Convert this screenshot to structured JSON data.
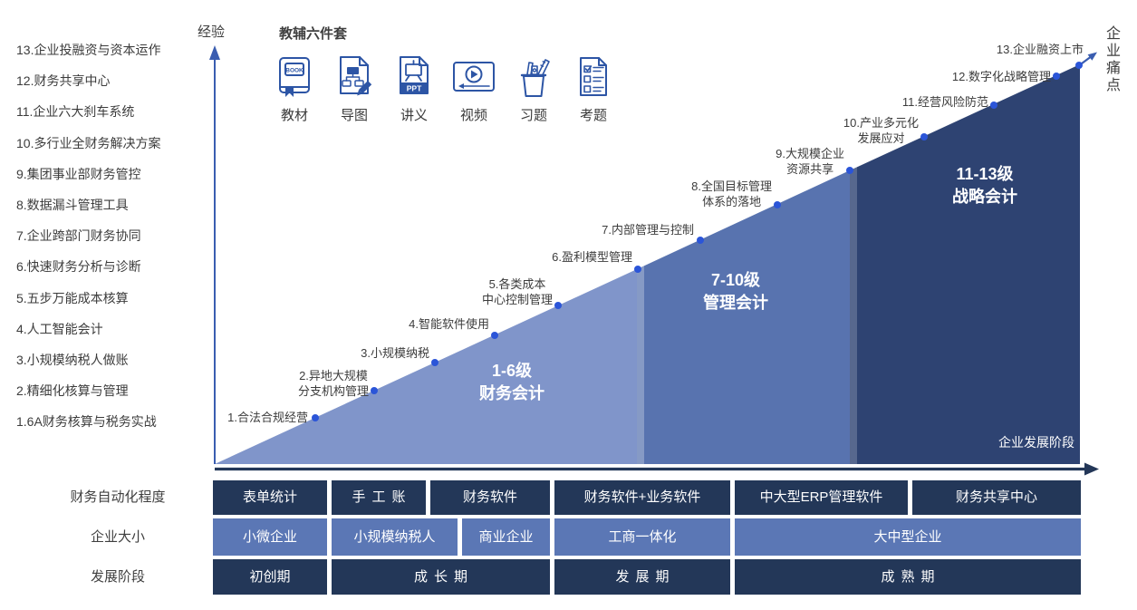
{
  "axes": {
    "y_label": "经验",
    "x_label": "企业发展阶段",
    "corner_label": "企业痛点"
  },
  "toolkit": {
    "title": "教辅六件套",
    "book_text": "BOOK",
    "ppt_text": "PPT",
    "items": [
      {
        "icon": "book-icon",
        "label": "教材"
      },
      {
        "icon": "mindmap-icon",
        "label": "导图"
      },
      {
        "icon": "ppt-icon",
        "label": "讲义"
      },
      {
        "icon": "video-icon",
        "label": "视频"
      },
      {
        "icon": "stationery-icon",
        "label": "习题"
      },
      {
        "icon": "exam-icon",
        "label": "考题"
      }
    ]
  },
  "left_courses": [
    "13.企业投融资与资本运作",
    "12.财务共享中心",
    "11.企业六大刹车系统",
    "10.多行业全财务解决方案",
    "9.集团事业部财务管控",
    "8.数据漏斗管理工具",
    "7.企业跨部门财务协同",
    "6.快速财务分析与诊断",
    "5.五步万能成本核算",
    "4.人工智能会计",
    "3.小规模纳税人做账",
    "2.精细化核算与管理",
    "1.6A财务核算与税务实战"
  ],
  "milestones": [
    {
      "line1": "1.合法合规经营",
      "line2": ""
    },
    {
      "line1": "2.异地大规模",
      "line2": "分支机构管理"
    },
    {
      "line1": "3.小规模纳税",
      "line2": ""
    },
    {
      "line1": "4.智能软件使用",
      "line2": ""
    },
    {
      "line1": "5.各类成本",
      "line2": "中心控制管理"
    },
    {
      "line1": "6.盈利模型管理",
      "line2": ""
    },
    {
      "line1": "7.内部管理与控制",
      "line2": ""
    },
    {
      "line1": "8.全国目标管理",
      "line2": "体系的落地"
    },
    {
      "line1": "9.大规模企业",
      "line2": "资源共享"
    },
    {
      "line1": "10.产业多元化",
      "line2": "发展应对"
    },
    {
      "line1": "11.经营风险防范",
      "line2": ""
    },
    {
      "line1": "12.数字化战略管理",
      "line2": ""
    },
    {
      "line1": "13.企业融资上市",
      "line2": ""
    }
  ],
  "sections": [
    {
      "range": "1-6级",
      "name": "财务会计"
    },
    {
      "range": "7-10级",
      "name": "管理会计"
    },
    {
      "range": "11-13级",
      "name": "战略会计"
    }
  ],
  "bottom_table": {
    "rows": [
      {
        "label": "财务自动化程度",
        "cells": [
          "表单统计",
          "手工账",
          "财务软件",
          "财务软件+业务软件",
          "中大型ERP管理软件",
          "财务共享中心"
        ]
      },
      {
        "label": "企业大小",
        "cells": [
          "小微企业",
          "小规模纳税人",
          "商业企业",
          "工商一体化",
          "大中型企业"
        ]
      },
      {
        "label": "发展阶段",
        "cells": [
          "初创期",
          "成长期",
          "发展期",
          "成熟期"
        ]
      }
    ]
  },
  "colors": {
    "triangle_light": "#8095ca",
    "triangle_mid": "#5873af",
    "triangle_dark": "#2e4372",
    "dot": "#2b55d8",
    "axis_blue": "#3a5db0",
    "axis_dark": "#233758",
    "row_dark": "#233758",
    "row_mid": "#5b77b5",
    "icon_blue": "#2d55a5",
    "text_dark": "#3f3f3f"
  }
}
